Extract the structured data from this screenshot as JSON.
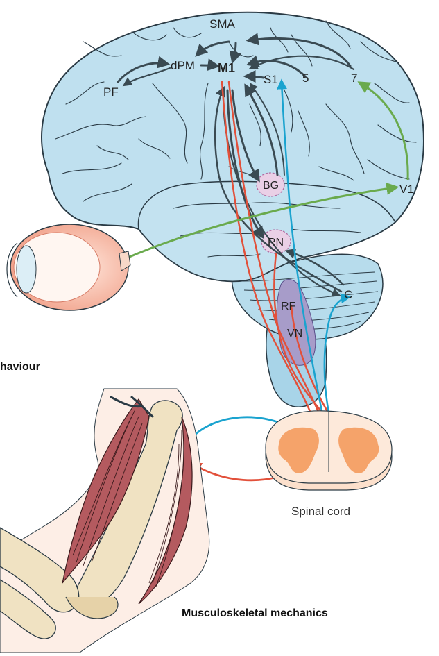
{
  "diagram": {
    "labels": {
      "sma": "SMA",
      "dpm": "dPM",
      "m1": "M1",
      "s1": "S1",
      "area5": "5",
      "area7": "7",
      "pf": "PF",
      "v1": "V1",
      "bg": "BG",
      "rn": "RN",
      "rf": "RF",
      "vn": "VN",
      "c": "C"
    },
    "section_labels": {
      "behaviour": "haviour",
      "spinal_cord": "Spinal cord",
      "musculoskeletal": "Musculoskeletal mechanics"
    },
    "colors": {
      "brain": "#bfe0ef",
      "brain_outline": "#2a3a44",
      "cerebellum": "#b7dcec",
      "nucleus_pink": "#ead0e6",
      "brainstem_purple": "#a79cc9",
      "red_path": "#e2503a",
      "blue_path": "#1aa3cf",
      "green_path": "#6aaa4d",
      "dark_path": "#3a4a52",
      "spinal_outer": "#fde3cf",
      "spinal_grey": "#f5a36a",
      "bone": "#f0e2c2",
      "muscle": "#b45a5f",
      "eye_red": "#f1a28b"
    }
  }
}
